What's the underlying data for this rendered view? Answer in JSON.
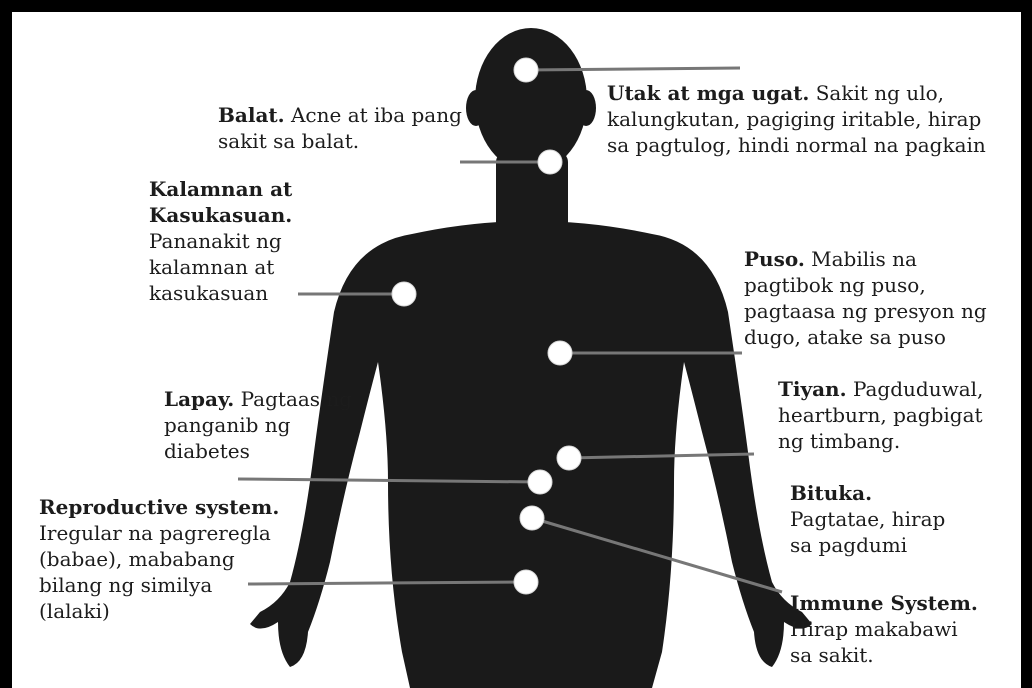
{
  "colors": {
    "border": "#000000",
    "background": "#ffffff",
    "silhouette": "#1a1a1a",
    "marker": "#ffffff",
    "leader": "#777777",
    "text": "#1c1c1c"
  },
  "callouts": {
    "balat": {
      "heading": "Balat.",
      "body": "Acne at iba pang sakit sa balat."
    },
    "utak": {
      "heading": "Utak at mga ugat.",
      "body": "Sakit ng ulo, kalungkutan, pagiging iritable, hirap sa pagtulog, hindi normal na pagkain"
    },
    "kalamnan": {
      "heading": "Kalamnan at Kasukasuan.",
      "body": "Pananakit ng kalamnan at kasukasuan"
    },
    "puso": {
      "heading": "Puso.",
      "body": "Mabilis na pagtibok ng puso, pagtaasa ng presyon ng dugo, atake sa puso"
    },
    "tiyan": {
      "heading": "Tiyan.",
      "body": "Pagduduwal, heartburn, pagbigat ng timbang."
    },
    "lapay": {
      "heading": "Lapay.",
      "body": "Pagtaas ng panganib ng diabetes"
    },
    "bituka": {
      "heading": "Bituka.",
      "body": "Pagtatae, hirap sa pagdumi"
    },
    "reproductive": {
      "heading": "Reproductive system.",
      "body": "Iregular na pagreregla (babae), mababang bilang ng similya (lalaki)"
    },
    "immune": {
      "heading": "Immune System.",
      "body": "Hirap makabawi sa sakit."
    }
  }
}
